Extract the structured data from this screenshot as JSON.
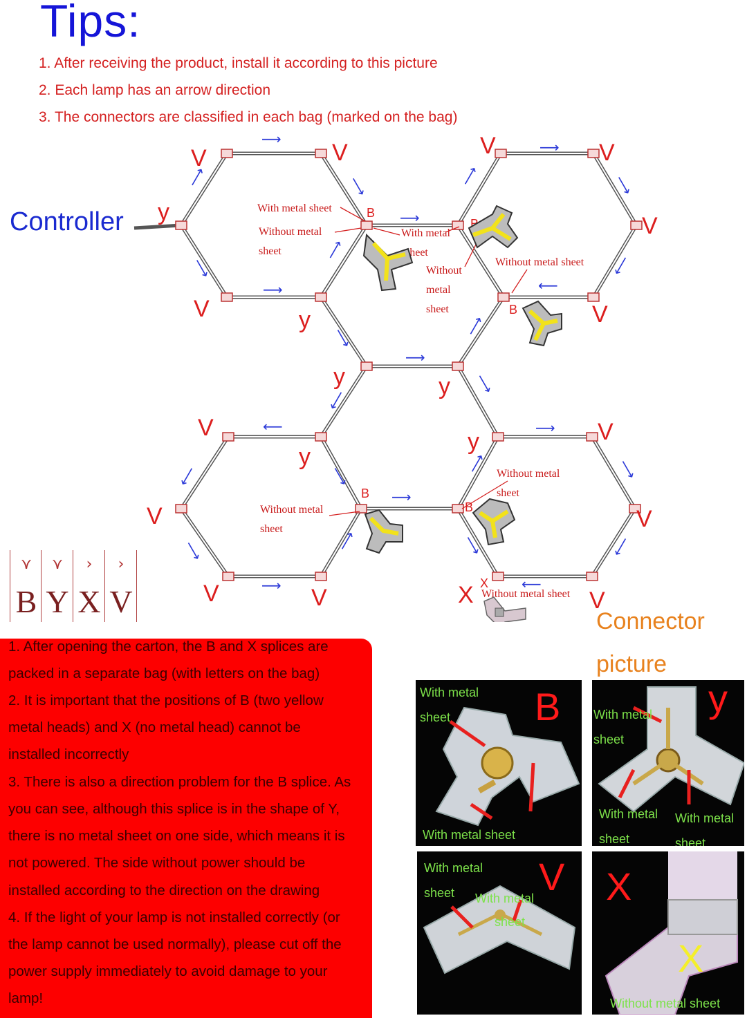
{
  "tips": {
    "title": "Tips:",
    "items": [
      "1. After receiving the product, install it according to this picture",
      "2. Each lamp has an arrow direction",
      "3. The connectors are classified in each bag (marked on the bag)"
    ]
  },
  "diagram": {
    "controller_label": "Controller",
    "annotations": {
      "with_metal_sheet": "With metal sheet",
      "without_metal": "Without metal",
      "sheet": "sheet",
      "with_metal": "With metal",
      "without": "Without",
      "metal": "metal",
      "without_metal_sheet": "Without metal sheet"
    },
    "letters": {
      "v": "V",
      "y": "y",
      "b": "B",
      "x": "X"
    }
  },
  "legend": {
    "letters": [
      "B",
      "Y",
      "X",
      "V"
    ],
    "icons": [
      "y-connector-b-icon",
      "y-connector-icon",
      "straight-connector-icon",
      "v-connector-icon"
    ]
  },
  "notes": [
    "1. After opening the carton, the B and X splices are",
    "packed in a separate bag (with letters on the bag)",
    "2. It is important that the positions of B (two yellow",
    "metal heads) and X (no metal head) cannot be",
    "installed incorrectly",
    "3. There is also a direction problem for the B splice. As",
    " you can see, although this splice is in the shape of Y,",
    "there is no metal sheet on one side, which means it is",
    "not powered. The side without power should be",
    "installed according to the direction on the drawing",
    "4. If the light of your lamp is not installed correctly (or",
    "the lamp cannot be used normally), please cut off the",
    " power supply immediately to avoid damage to your",
    "lamp!"
  ],
  "connector": {
    "title_line1": "Connector",
    "title_line2": "picture",
    "photos": {
      "b": {
        "letter": "B",
        "label_top_1": "With metal",
        "label_top_2": "sheet",
        "label_bottom": "With metal sheet"
      },
      "y": {
        "letter": "y",
        "label_top_1": "With metal",
        "label_top_2": "sheet",
        "label_bl_1": "With metal",
        "label_bl_2": "sheet",
        "label_br_1": "With metal",
        "label_br_2": "sheet"
      },
      "v": {
        "letter": "V",
        "label_1": "With metal",
        "label_2": "sheet",
        "label_3": "With metal",
        "label_4": "sheet"
      },
      "x": {
        "letter": "X",
        "label_bottom": "Without metal sheet"
      }
    }
  },
  "colors": {
    "title_blue": "#1515d8",
    "tip_red": "#d42020",
    "label_red": "#dc1e1e",
    "arrow_blue": "#2b39d8",
    "box_red": "#fd0000",
    "connector_orange": "#e8821e",
    "photo_green": "#7de24a"
  }
}
